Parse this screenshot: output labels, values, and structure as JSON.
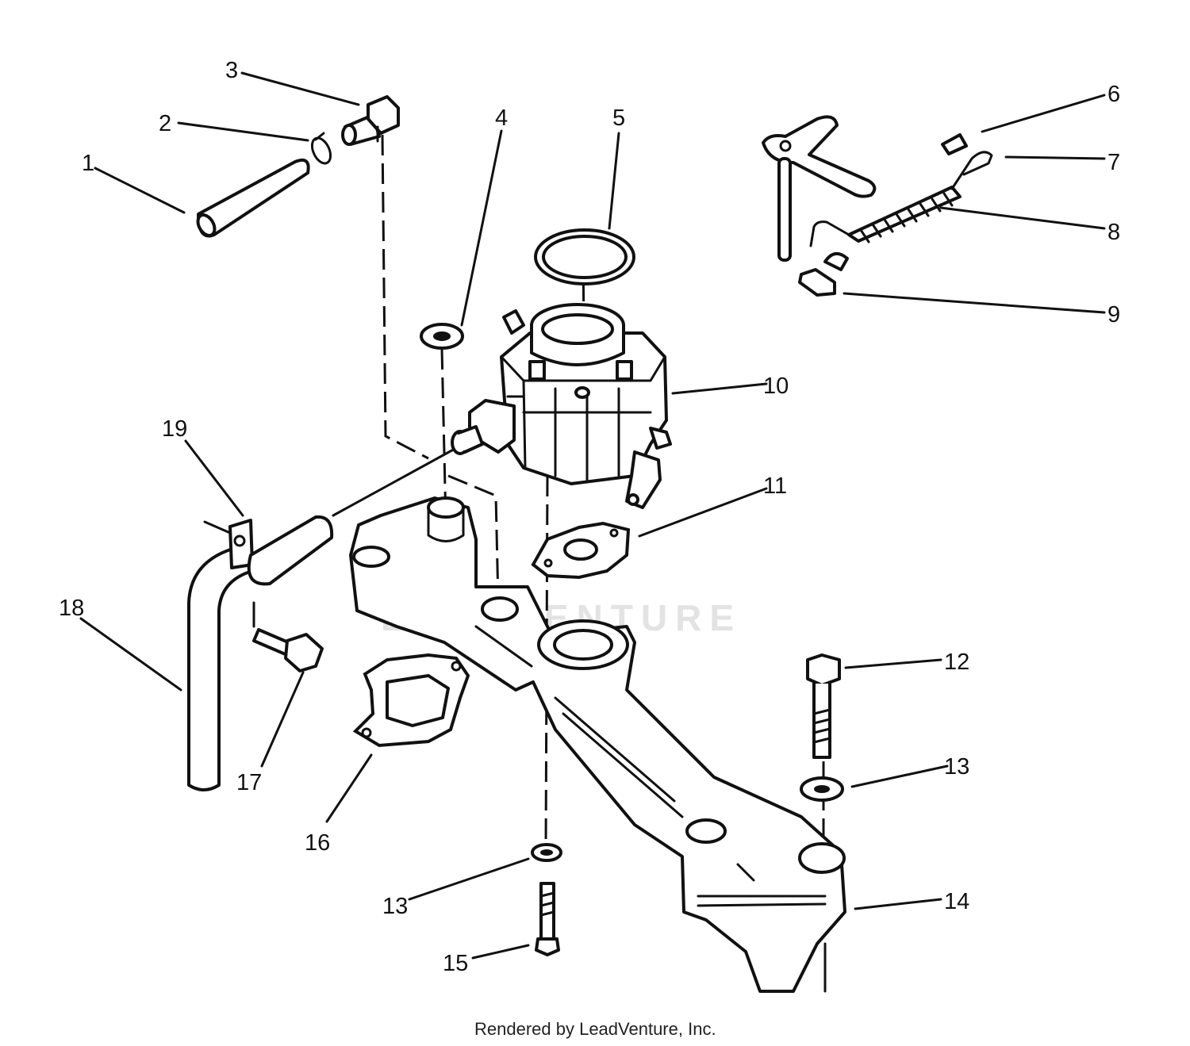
{
  "callouts": {
    "c1": "1",
    "c2": "2",
    "c3": "3",
    "c4": "4",
    "c5": "5",
    "c6": "6",
    "c7": "7",
    "c8": "8",
    "c9": "9",
    "c10": "10",
    "c11": "11",
    "c12": "12",
    "c13a": "13",
    "c13b": "13",
    "c14": "14",
    "c15": "15",
    "c16": "16",
    "c17": "17",
    "c18": "18",
    "c19": "19"
  },
  "watermark": "LEADVENTURE",
  "footer": "Rendered by LeadVenture, Inc."
}
